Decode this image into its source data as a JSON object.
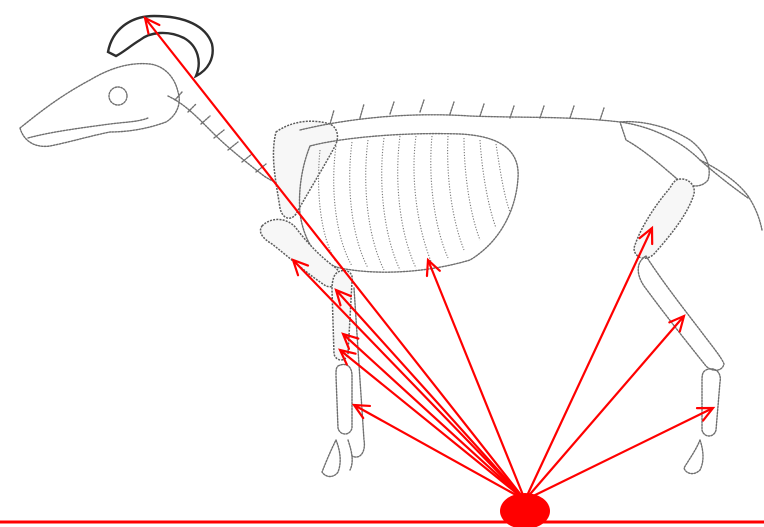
{
  "colors": {
    "accent": "#ff0000",
    "bone": "#6f6f6f",
    "background": "#ffffff"
  },
  "diagram": {
    "subject": "sheep-skeleton",
    "arrow_count": 10,
    "source_marker": "red-ellipse-on-baseline"
  }
}
